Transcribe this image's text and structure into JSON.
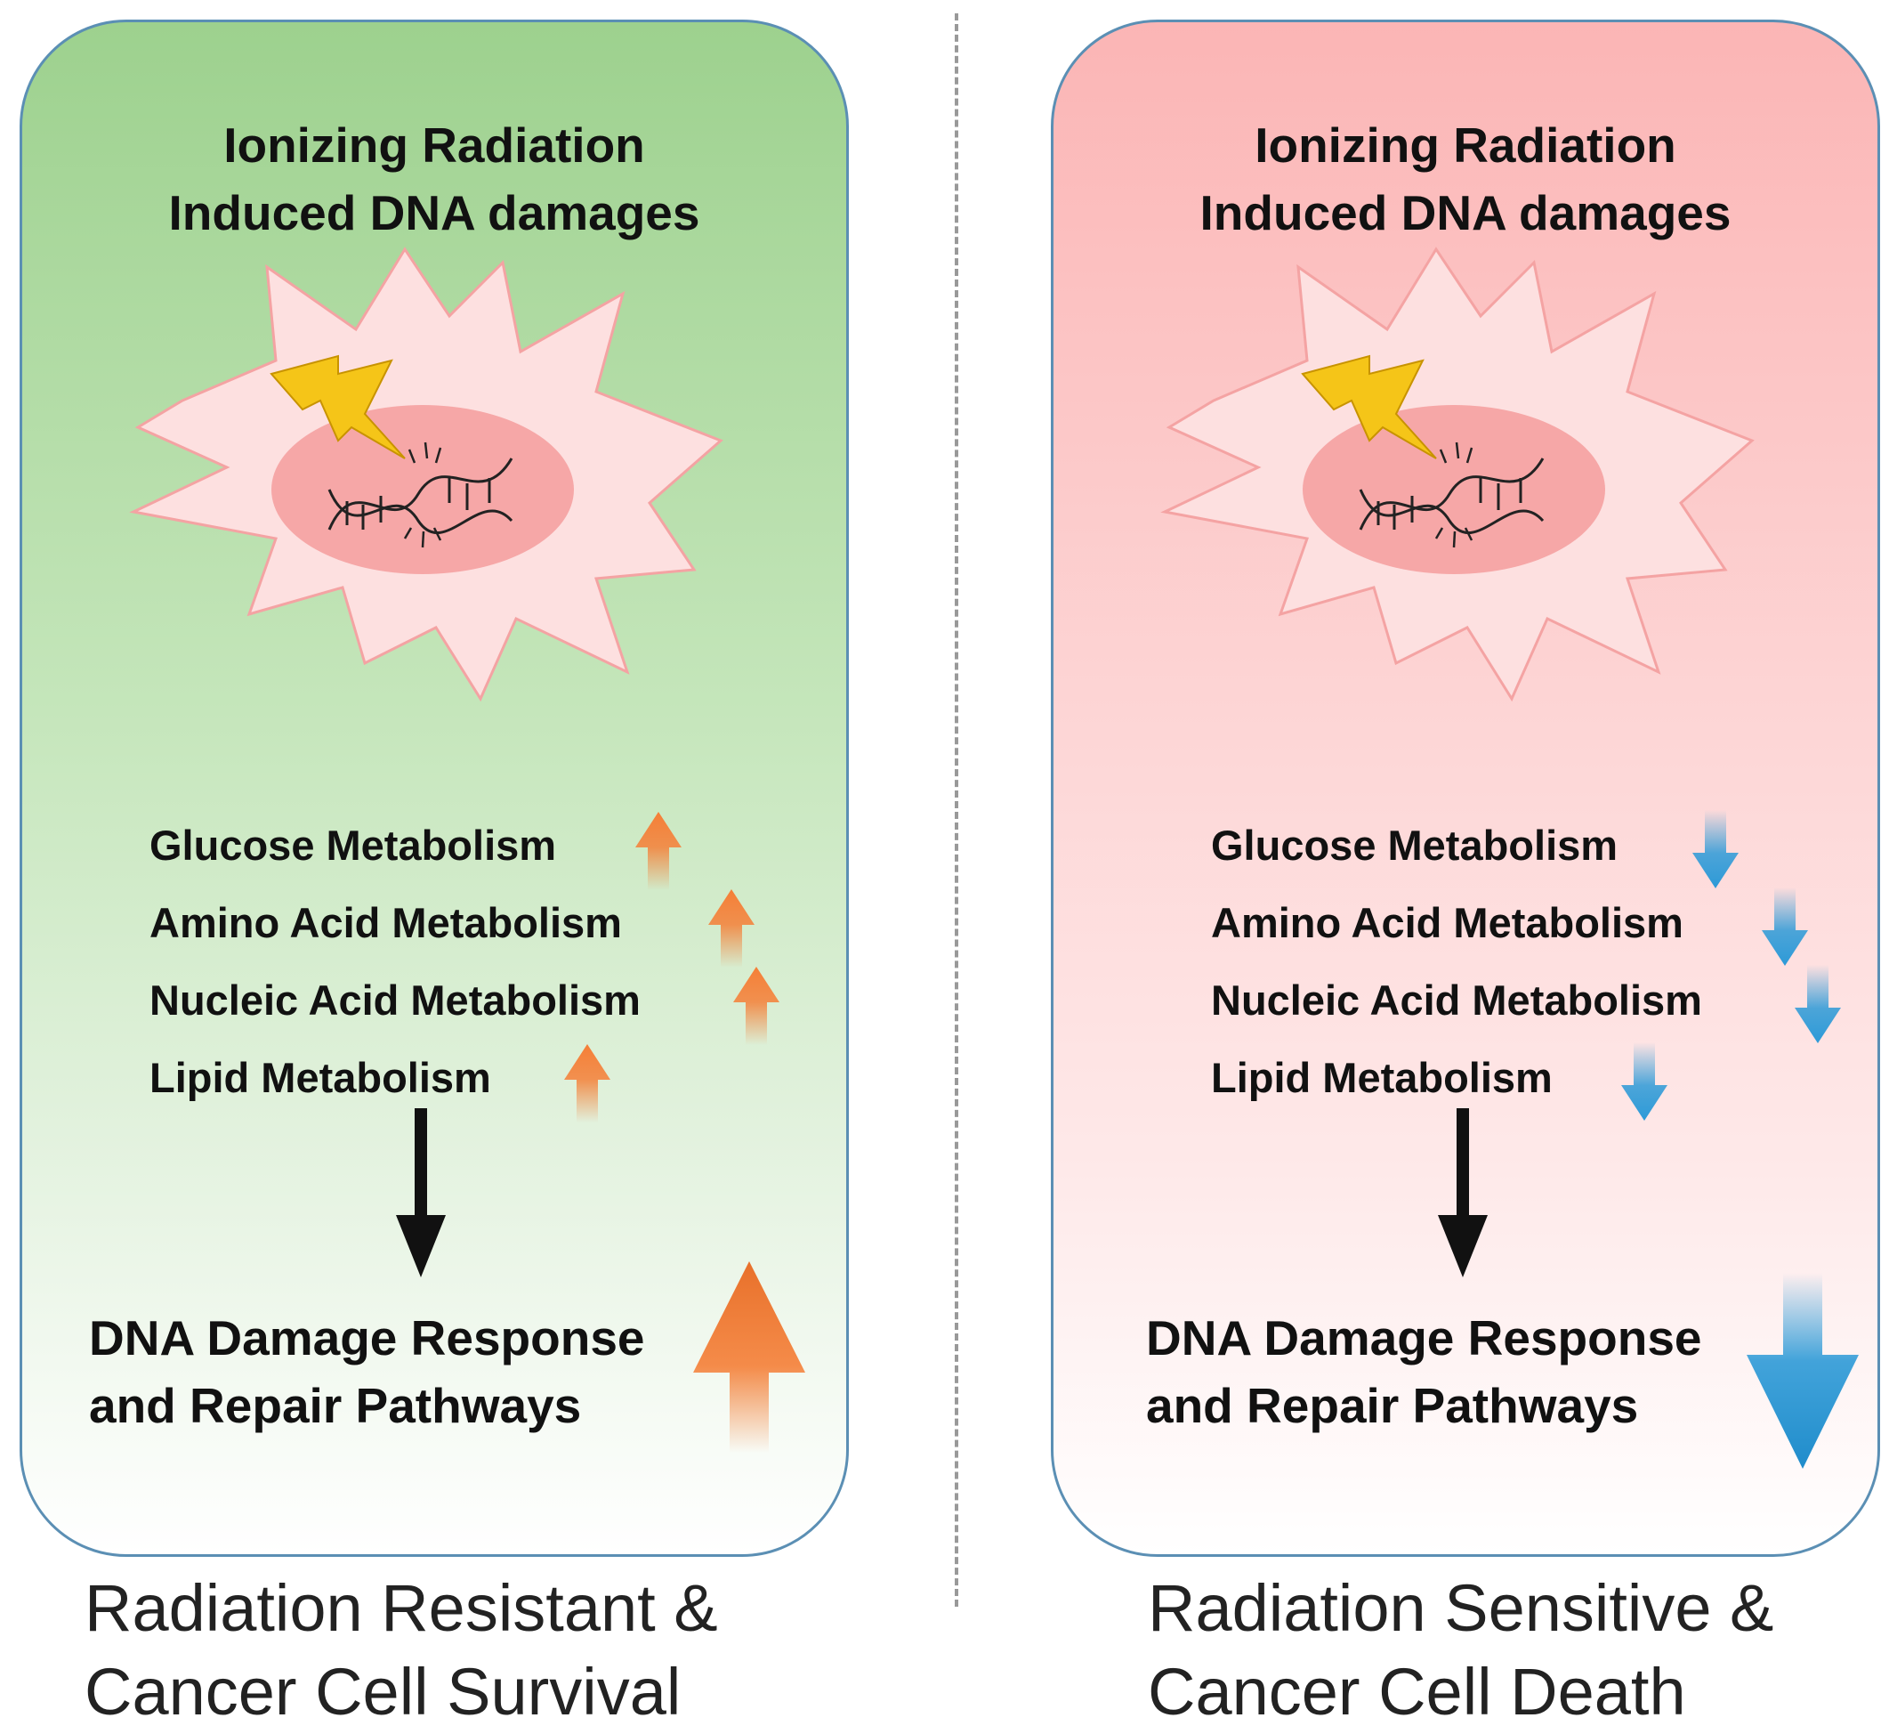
{
  "left": {
    "title_line1": "Ionizing Radiation",
    "title_line2": "Induced DNA damages",
    "metabolism": [
      {
        "label": "Glucose Metabolism",
        "direction": "up"
      },
      {
        "label": "Amino Acid Metabolism",
        "direction": "up"
      },
      {
        "label": "Nucleic Acid Metabolism",
        "direction": "up"
      },
      {
        "label": "Lipid Metabolism",
        "direction": "up"
      }
    ],
    "result_line1": "DNA Damage Response",
    "result_line2": "and Repair Pathways",
    "result_direction": "up",
    "caption_line1": "Radiation Resistant &",
    "caption_line2": "Cancer Cell Survival",
    "background_color": "#9dd18e",
    "arrow_color": "#f57f37"
  },
  "right": {
    "title_line1": "Ionizing Radiation",
    "title_line2": "Induced DNA damages",
    "metabolism": [
      {
        "label": "Glucose Metabolism",
        "direction": "down"
      },
      {
        "label": "Amino Acid Metabolism",
        "direction": "down"
      },
      {
        "label": "Nucleic Acid Metabolism",
        "direction": "down"
      },
      {
        "label": "Lipid Metabolism",
        "direction": "down"
      }
    ],
    "result_line1": "DNA Damage Response",
    "result_line2": "and Repair Pathways",
    "result_direction": "down",
    "caption_line1": "Radiation Sensitive &",
    "caption_line2": "Cancer Cell Death",
    "background_color": "#fbb5b5",
    "arrow_color": "#2d9ad7"
  }
}
